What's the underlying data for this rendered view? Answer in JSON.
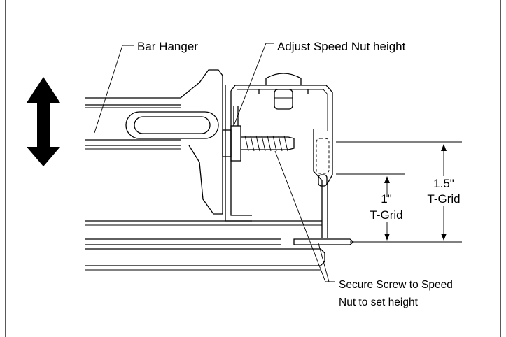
{
  "labels": {
    "bar_hanger": "Bar Hanger",
    "adjust_speed_nut": "Adjust Speed Nut height",
    "one_inch": "1\"",
    "one_inch_grid": "T-Grid",
    "one_half_inch": "1.5\"",
    "one_half_inch_grid": "T-Grid",
    "secure_screw_line1": "Secure Screw to Speed",
    "secure_screw_line2": "Nut to set height"
  },
  "colors": {
    "line": "#000000",
    "background": "#ffffff",
    "arrow_fill": "#000000"
  },
  "icons": {
    "adjust_arrow": "double-headed-vertical-arrow"
  }
}
